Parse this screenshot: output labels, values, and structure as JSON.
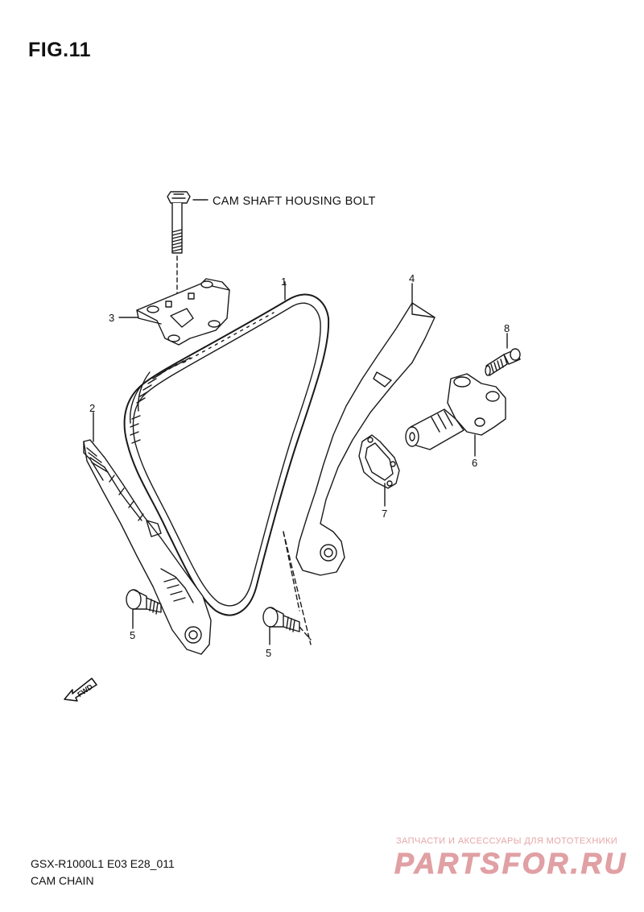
{
  "figure": {
    "title": "FIG.11"
  },
  "labels": {
    "bolt": "CAM SHAFT HOUSING BOLT",
    "part1": "1",
    "part2": "2",
    "part3": "3",
    "part4": "4",
    "part5a": "5",
    "part5b": "5",
    "part6": "6",
    "part7": "7",
    "part8": "8",
    "fwd": "FWD"
  },
  "footer": {
    "model": "GSX-R1000L1  E03 E28_011",
    "name": "CAM CHAIN"
  },
  "watermark": {
    "tagline": "ЗАПЧАСТИ И АКСЕССУАРЫ ДЛЯ МОТОТЕХНИКИ",
    "logo": "PARTSFOR.RU",
    "color": "#e0a0a4"
  },
  "icons": {
    "fwd": "forward-direction-arrow-icon"
  }
}
